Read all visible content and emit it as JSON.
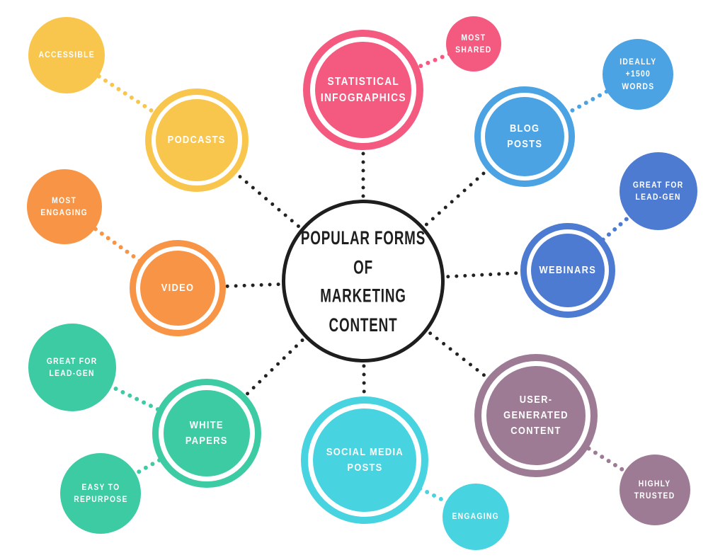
{
  "title": {
    "text": "POPULAR FORMS OF\nMARKETING CONTENT"
  },
  "nodes": [
    {
      "id": "podcasts",
      "label": "PODCASTS",
      "color": "#F9C64D",
      "satellites": [
        {
          "id": "accessible",
          "label": "ACCESSIBLE"
        }
      ]
    },
    {
      "id": "statistical-infographics",
      "label": "STATISTICAL\nINFOGRAPHICS",
      "color": "#F4597F",
      "satellites": [
        {
          "id": "most-shared",
          "label": "MOST\nSHARED"
        }
      ]
    },
    {
      "id": "blog-posts",
      "label": "BLOG\nPOSTS",
      "color": "#4BA3E3",
      "satellites": [
        {
          "id": "ideally-1500-words",
          "label": "IDEALLY\n+1500\nWORDS"
        }
      ]
    },
    {
      "id": "webinars",
      "label": "WEBINARS",
      "color": "#4D7BD2",
      "satellites": [
        {
          "id": "great-for-lead-gen-right",
          "label": "GREAT FOR\nLEAD-GEN"
        }
      ]
    },
    {
      "id": "user-generated-content",
      "label": "USER-GENERATED\nCONTENT",
      "color": "#9D7B94",
      "satellites": [
        {
          "id": "highly-trusted",
          "label": "HIGHLY\nTRUSTED"
        }
      ]
    },
    {
      "id": "social-media-posts",
      "label": "SOCIAL MEDIA\nPOSTS",
      "color": "#47D3DF",
      "satellites": [
        {
          "id": "engaging",
          "label": "ENGAGING"
        }
      ]
    },
    {
      "id": "white-papers",
      "label": "WHITE\nPAPERS",
      "color": "#3DCBA4",
      "satellites": [
        {
          "id": "great-for-lead-gen-left",
          "label": "GREAT FOR\nLEAD-GEN"
        },
        {
          "id": "easy-to-repurpose",
          "label": "EASY TO\nREPURPOSE"
        }
      ]
    },
    {
      "id": "video",
      "label": "VIDEO",
      "color": "#F89445",
      "satellites": [
        {
          "id": "most-engaging",
          "label": "MOST\nENGAGING"
        }
      ]
    }
  ],
  "colors": {
    "spoke": "#222222",
    "center_border": "#1E1E1E",
    "background": "#FFFFFF"
  }
}
